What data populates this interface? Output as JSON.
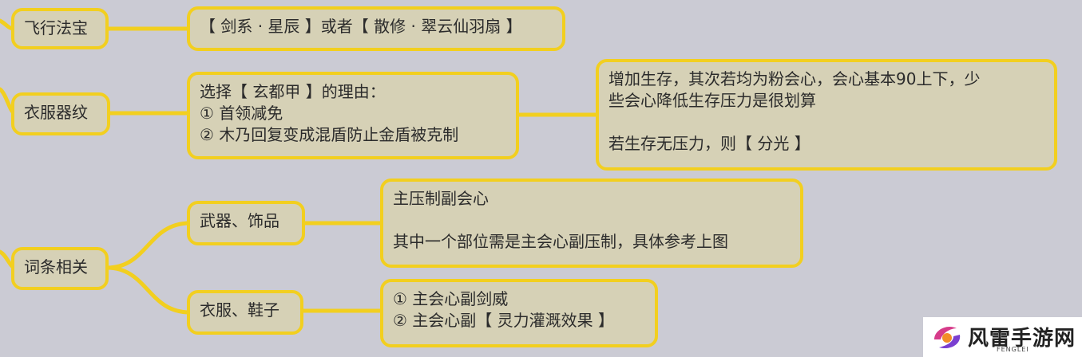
{
  "mindmap": {
    "branches": {
      "treasure": {
        "label": "飞行法宝",
        "leaf": "【 剑系 · 星辰 】或者【 散修 · 翠云仙羽扇 】"
      },
      "clothing": {
        "label": "衣服器纹",
        "reason": [
          "选择【 玄都甲 】的理由：",
          "① 首领减免",
          "② 木乃回复变成混盾防止金盾被克制"
        ],
        "note": [
          "增加生存，其次若均为粉会心，会心基本90上下，少",
          "些会心降低生存压力是很划算",
          "",
          "若生存无压力，则【 分光 】"
        ]
      },
      "affix": {
        "label": "词条相关",
        "weapon": {
          "label": "武器、饰品",
          "lines": [
            "主压制副会心",
            "",
            "其中一个部位需是主会心副压制，具体参考上图"
          ]
        },
        "apparel": {
          "label": "衣服、鞋子",
          "lines": [
            "① 主会心副剑威",
            "② 主会心副【 灵力灌溉效果 】"
          ]
        }
      }
    },
    "colors": {
      "node_fill": "#d6d1b6",
      "node_border": "#f2cf1f",
      "background": "#cbcbd4"
    }
  },
  "watermark": {
    "name": "风雷手游网",
    "sub": "FENGLEI"
  }
}
